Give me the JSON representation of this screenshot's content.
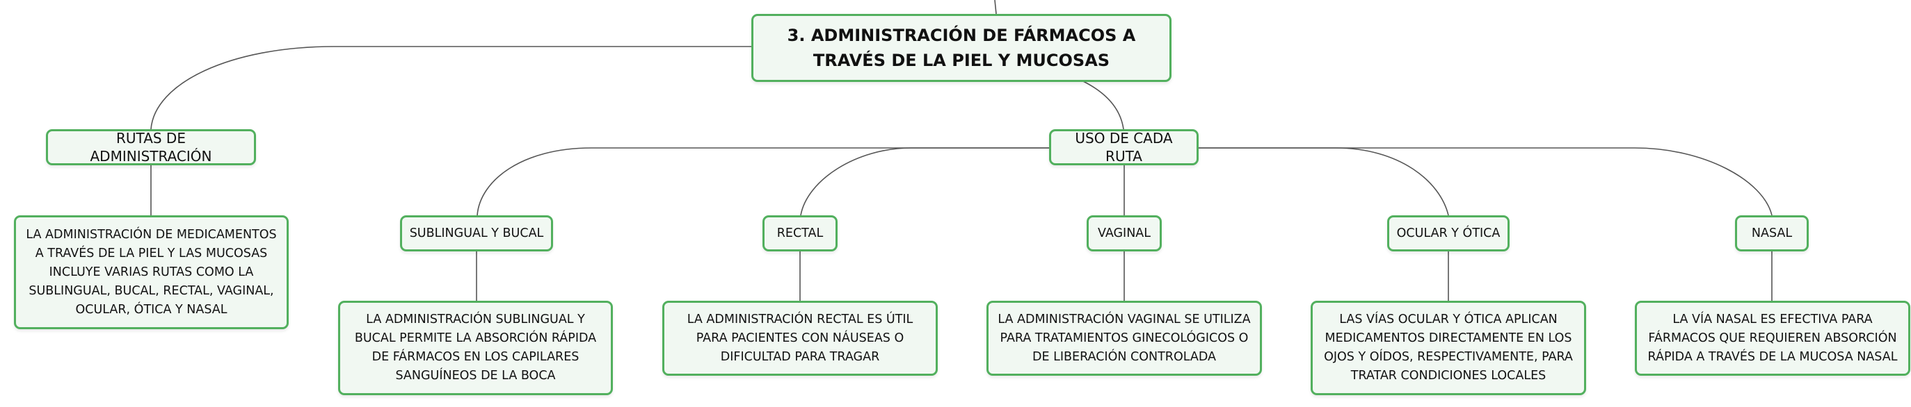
{
  "root": {
    "title": "3. ADMINISTRACIÓN DE FÁRMACOS A TRAVÉS DE LA PIEL Y MUCOSAS"
  },
  "routes": {
    "label": "RUTAS DE ADMINISTRACIÓN",
    "description": "LA ADMINISTRACIÓN DE MEDICAMENTOS A TRAVÉS DE LA PIEL Y LAS MUCOSAS INCLUYE VARIAS RUTAS COMO LA SUBLINGUAL, BUCAL, RECTAL, VAGINAL, OCULAR, ÓTICA Y NASAL"
  },
  "usage": {
    "label": "USO DE CADA RUTA",
    "branches": [
      {
        "label": "SUBLINGUAL Y BUCAL",
        "description": "LA ADMINISTRACIÓN SUBLINGUAL Y BUCAL PERMITE LA ABSORCIÓN RÁPIDA DE FÁRMACOS EN LOS CAPILARES SANGUÍNEOS DE LA BOCA"
      },
      {
        "label": "RECTAL",
        "description": "LA ADMINISTRACIÓN RECTAL ES ÚTIL PARA PACIENTES CON NÁUSEAS O DIFICULTAD PARA TRAGAR"
      },
      {
        "label": "VAGINAL",
        "description": "LA ADMINISTRACIÓN VAGINAL SE UTILIZA PARA TRATAMIENTOS GINECOLÓGICOS O DE LIBERACIÓN CONTROLADA"
      },
      {
        "label": "OCULAR Y ÓTICA",
        "description": "LAS VÍAS OCULAR Y ÓTICA APLICAN MEDICAMENTOS DIRECTAMENTE EN LOS OJOS Y OÍDOS, RESPECTIVAMENTE, PARA TRATAR CONDICIONES LOCALES"
      },
      {
        "label": "NASAL",
        "description": "LA VÍA NASAL ES EFECTIVA PARA FÁRMACOS QUE REQUIEREN ABSORCIÓN RÁPIDA A TRAVÉS DE LA MUCOSA NASAL"
      }
    ]
  }
}
